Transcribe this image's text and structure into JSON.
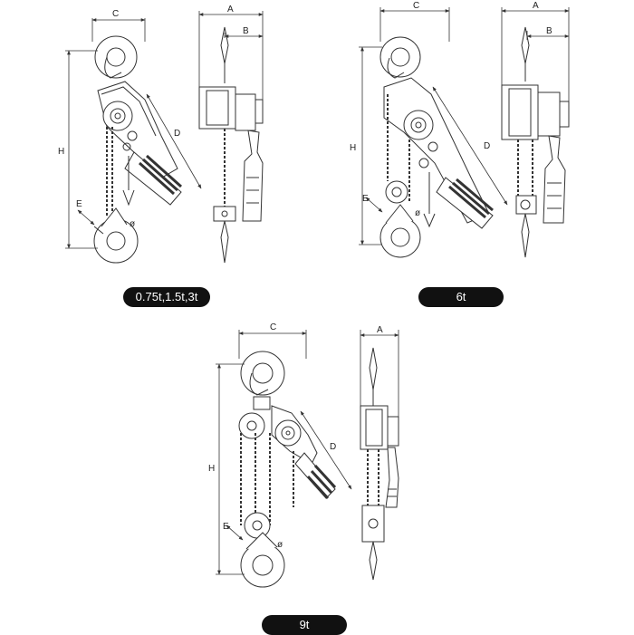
{
  "figures": [
    {
      "caption": "0.75t,1.5t,3t",
      "dimension_labels": {
        "c": "C",
        "h": "H",
        "d": "D",
        "e": "E",
        "phi": "ø",
        "a": "A",
        "b": "B"
      }
    },
    {
      "caption": "6t",
      "dimension_labels": {
        "c": "C",
        "h": "H",
        "d": "D",
        "e": "E",
        "phi": "ø",
        "a": "A",
        "b": "B"
      }
    },
    {
      "caption": "9t",
      "dimension_labels": {
        "c": "C",
        "h": "H",
        "d": "D",
        "e": "E",
        "phi": "ø",
        "a": "A"
      }
    }
  ],
  "colors": {
    "line": "#333333",
    "pill_bg": "#111111",
    "pill_text": "#ffffff"
  }
}
